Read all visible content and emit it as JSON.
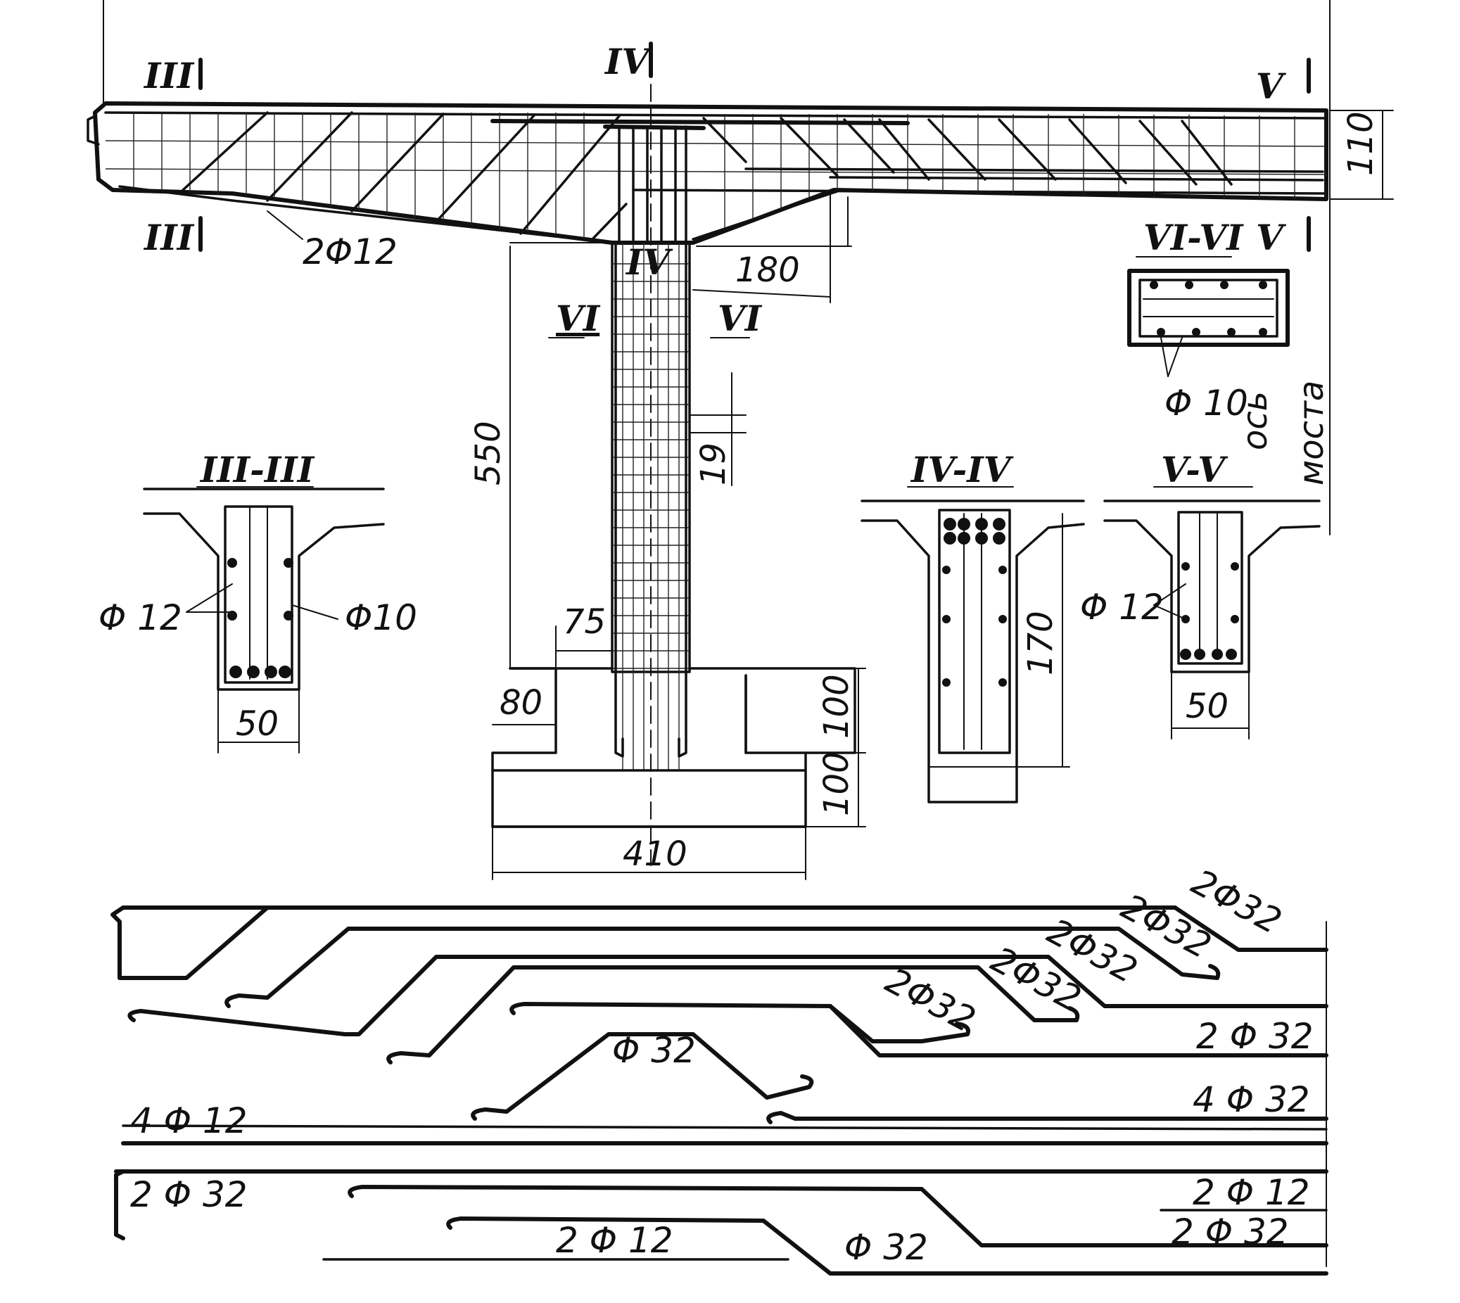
{
  "section_marks": {
    "iii_top": "III",
    "iii_bottom": "III",
    "iv_top": "IV",
    "iv_lower": "IV",
    "v_top": "V",
    "v_right": "V",
    "vi_left": "VI",
    "vi_right": "VI",
    "vi_section_title": "VI-VI",
    "iii_section_title": "III-III",
    "iv_section_title": "IV-IV",
    "v_section_title": "V-V"
  },
  "axis_label": {
    "line1": "ось",
    "line2": "моста"
  },
  "dimensions": {
    "d110": "110",
    "d180": "180",
    "d550": "550",
    "d19": "19",
    "d75": "75",
    "d80": "80",
    "d100a": "100",
    "d100b": "100",
    "d410": "410",
    "d50a": "50",
    "d170": "170",
    "d50b": "50"
  },
  "rebar_labels": {
    "beam_bottom": "2Φ12",
    "vi_section": "Φ 10",
    "iii_left": "Φ 12",
    "iii_right": "Φ10",
    "v_left": "Φ 12",
    "s1": "2Φ32",
    "s2": "2Φ32",
    "s3": "2Φ32",
    "s4": "2Φ32",
    "s5": "2Φ32",
    "s6": "2 Φ 32",
    "s7": "Φ 32",
    "s8": "4 Φ 32",
    "s9": "4 Φ 12",
    "s10": "2 Φ 32",
    "s11_top": "2 Φ 12",
    "s11_bottom": "2 Φ 32",
    "s12": "2 Φ 12",
    "s13": "Φ 32"
  }
}
